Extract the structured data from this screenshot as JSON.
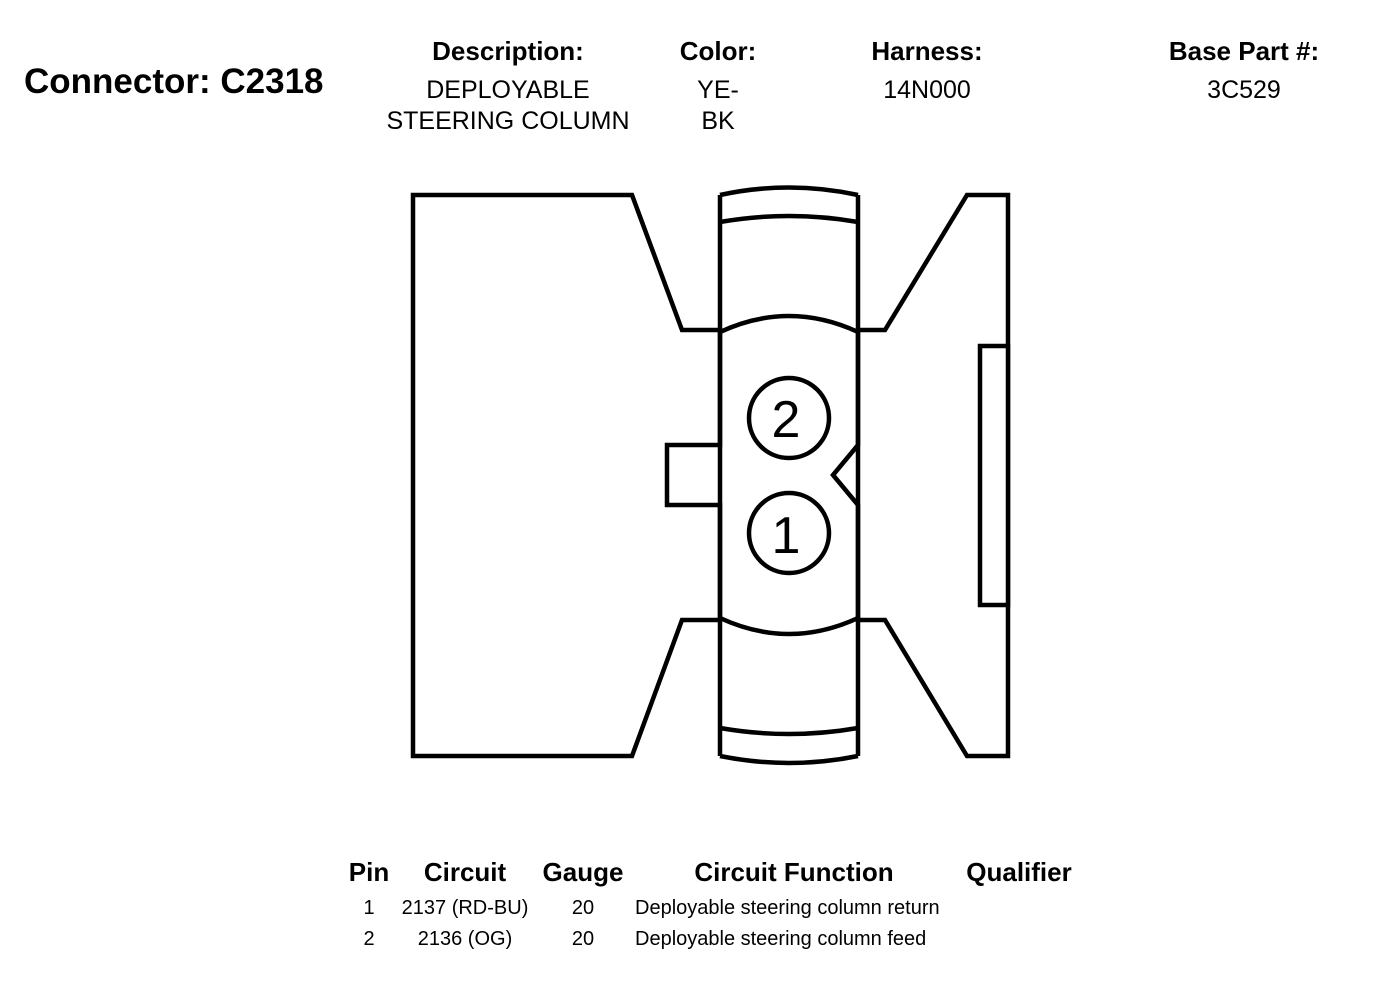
{
  "connector": {
    "title": "Connector: C2318"
  },
  "info": {
    "description_label": "Description:",
    "description_value": "DEPLOYABLE\nSTEERING COLUMN",
    "color_label": "Color:",
    "color_value": "YE-\nBK",
    "harness_label": "Harness:",
    "harness_value": "14N000",
    "base_part_label": "Base Part #:",
    "base_part_value": "3C529"
  },
  "diagram": {
    "pins": [
      {
        "label": "2"
      },
      {
        "label": "1"
      }
    ]
  },
  "table": {
    "headers": {
      "pin": "Pin",
      "circuit": "Circuit",
      "gauge": "Gauge",
      "function": "Circuit Function",
      "qualifier": "Qualifier"
    },
    "rows": [
      {
        "pin": "1",
        "circuit": "2137 (RD-BU)",
        "gauge": "20",
        "function": "Deployable steering column return",
        "qualifier": ""
      },
      {
        "pin": "2",
        "circuit": "2136 (OG)",
        "gauge": "20",
        "function": "Deployable steering column feed",
        "qualifier": ""
      }
    ]
  }
}
